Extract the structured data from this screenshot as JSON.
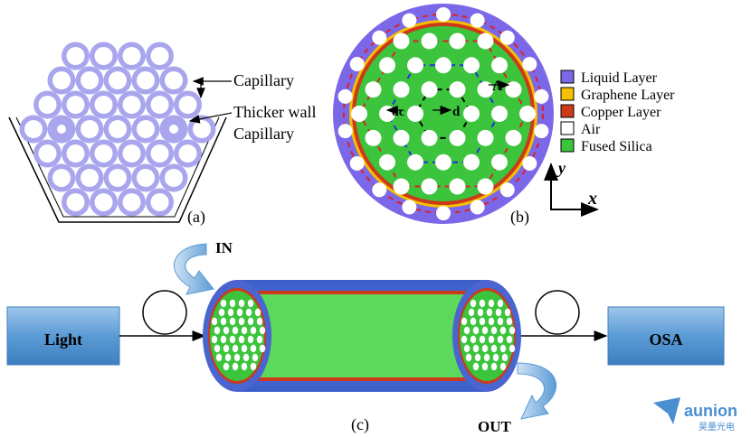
{
  "panel_a": {
    "caption": "(a)",
    "label_capillary": "Capillary",
    "label_thick_line1": "Thicker wall",
    "label_thick_line2": "Capillary"
  },
  "panel_b": {
    "caption": "(b)",
    "label_lambda": "Λ",
    "label_dc": "dc",
    "label_d": "d",
    "axis_x": "x",
    "axis_y": "y",
    "legend": [
      {
        "label": "Liquid Layer",
        "color": "#7b68e8"
      },
      {
        "label": "Graphene Layer",
        "color": "#f5c000"
      },
      {
        "label": "Copper Layer",
        "color": "#cc3a1a"
      },
      {
        "label": "Air",
        "color": "#ffffff"
      },
      {
        "label": "Fused Silica",
        "color": "#3cc43c"
      }
    ]
  },
  "panel_c": {
    "caption": "(c)",
    "light_label": "Light",
    "osa_label": "OSA",
    "in_label": "IN",
    "out_label": "OUT"
  },
  "watermark": {
    "brand": "aunion",
    "sub": "昊量光电"
  },
  "colors": {
    "liquid": "#7b68e8",
    "graphene": "#f5c000",
    "copper": "#cc3a1a",
    "silica": "#3cc43c",
    "capillary": "#aaa6ee",
    "box": "#5b9bd5"
  }
}
